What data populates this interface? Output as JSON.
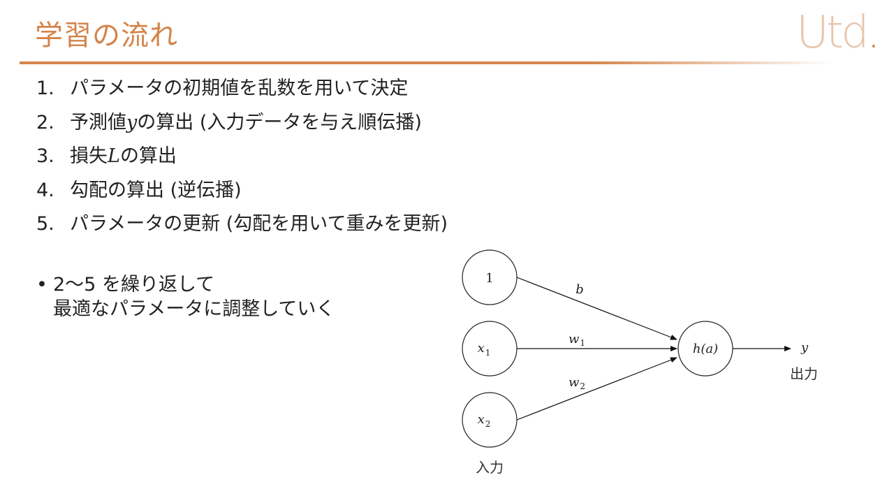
{
  "slide": {
    "title": "学習の流れ",
    "logo": {
      "text": "Utd",
      "dot": "."
    },
    "accent_color": "#d4844a"
  },
  "steps": [
    {
      "num": "1.",
      "pre": "パラメータの初期値を乱数を用いて決定",
      "math": "",
      "post": ""
    },
    {
      "num": "2.",
      "pre": "予測値",
      "math": "y",
      "post": "の算出 (入力データを与え順伝播)"
    },
    {
      "num": "3.",
      "pre": "損失",
      "math": "L",
      "post": "の算出"
    },
    {
      "num": "4.",
      "pre": "勾配の算出 (逆伝播)",
      "math": "",
      "post": ""
    },
    {
      "num": "5.",
      "pre": "パラメータの更新 (勾配を用いて重みを更新)",
      "math": "",
      "post": ""
    }
  ],
  "bullet": {
    "symbol": "•",
    "line1": "2〜5 を繰り返して",
    "line2": "最適なパラメータに調整していく"
  },
  "diagram": {
    "inputs": [
      {
        "label": "1",
        "sub": ""
      },
      {
        "label": "x",
        "sub": "1"
      },
      {
        "label": "x",
        "sub": "2"
      }
    ],
    "weights": [
      {
        "label": "b",
        "sub": ""
      },
      {
        "label": "w",
        "sub": "1"
      },
      {
        "label": "w",
        "sub": "2"
      }
    ],
    "neuron": {
      "label": "h(a)"
    },
    "output": {
      "label": "y"
    },
    "input_caption": "入力",
    "output_caption": "出力"
  }
}
